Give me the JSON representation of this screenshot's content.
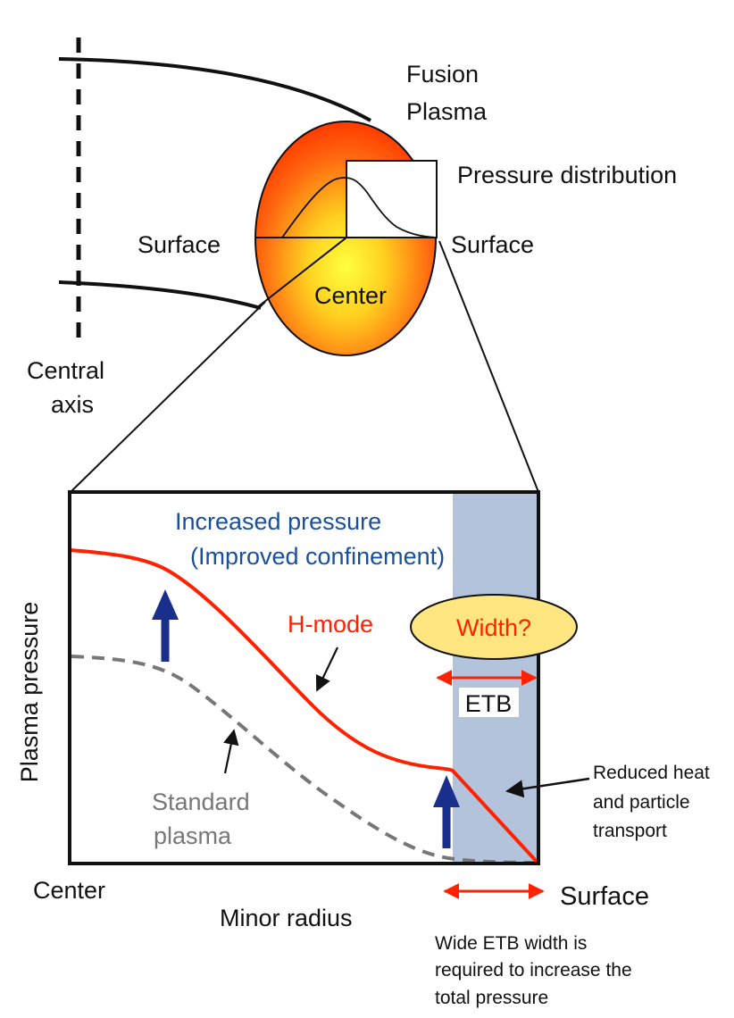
{
  "top": {
    "fusion_line1": "Fusion",
    "fusion_line2": "Plasma",
    "pressure_distribution": "Pressure distribution",
    "surface_left": "Surface",
    "surface_right": "Surface",
    "center": "Center",
    "central_axis_line1": "Central",
    "central_axis_line2": "axis"
  },
  "plot": {
    "increased_line1": "Increased pressure",
    "increased_line2": "(Improved confinement)",
    "hmode": "H-mode",
    "width_q": "Width?",
    "etb": "ETB",
    "standard_line1": "Standard",
    "standard_line2": "plasma",
    "ylabel": "Plasma pressure",
    "xlabel": "Minor radius",
    "x_center": "Center",
    "x_surface": "Surface",
    "reduced_line1": "Reduced heat",
    "reduced_line2": "and particle",
    "reduced_line3": "transport",
    "wide_line1": "Wide ETB width is",
    "wide_line2": "required to increase the",
    "wide_line3": "total pressure"
  },
  "colors": {
    "hmode": "#ff2200",
    "standard": "#777777",
    "blue_text": "#1a4f9c",
    "arrow_blue": "#1a2e8c",
    "etb_band": "#b3c3dc",
    "ellipse_fill": "#ffe680"
  }
}
